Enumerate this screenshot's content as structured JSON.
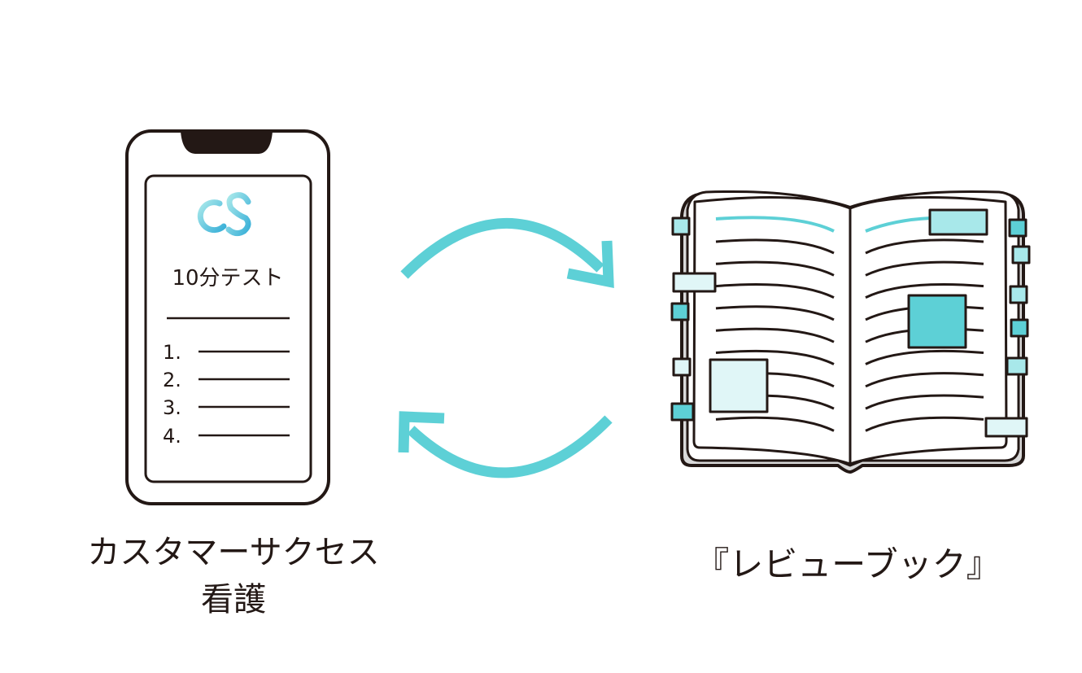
{
  "colors": {
    "teal": "#5dd0d6",
    "teal_light": "#a8e8ea",
    "teal_pale": "#e0f6f7",
    "ink": "#231815"
  },
  "phone": {
    "logo_text": "CS",
    "screen_title": "10分テスト",
    "list_items": [
      "1.",
      "2.",
      "3.",
      "4."
    ]
  },
  "left_label": {
    "line1": "カスタマーサクセス",
    "line2": "看護"
  },
  "right_label": "『レビューブック』",
  "icons": {
    "phone": "smartphone-icon",
    "book": "open-book-icon",
    "cycle": "cycle-arrows-icon"
  }
}
